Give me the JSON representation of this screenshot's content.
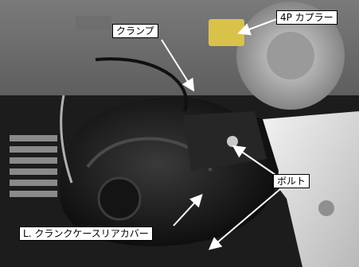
{
  "labels": {
    "clamp": "クランプ",
    "coupler": "4P カプラー",
    "bolt": "ボルト",
    "crankcase_cover": "L. クランクケースリアカバー"
  },
  "colors": {
    "label_background": "#ffffff",
    "label_border": "#000000",
    "arrow": "#ffffff"
  }
}
